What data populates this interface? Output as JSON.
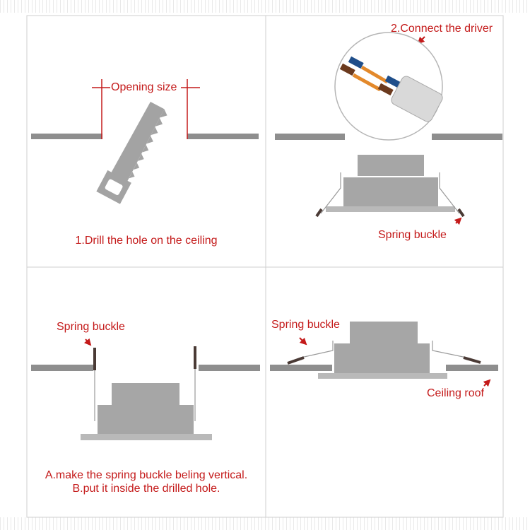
{
  "panels": {
    "drill": {
      "opening_label": "Opening size",
      "caption": "1.Drill the hole on the ceiling"
    },
    "driver": {
      "connect_label": "2.Connect the driver",
      "spring_label": "Spring buckle"
    },
    "insert": {
      "spring_label": "Spring buckle",
      "caption_a": "A.make the spring buckle beling vertical.",
      "caption_b": "B.put it inside the drilled hole."
    },
    "installed": {
      "spring_label": "Spring buckle",
      "ceiling_label": "Ceiling roof"
    }
  },
  "colors": {
    "accent": "#c41a1a",
    "ceiling": "#8e8e8e",
    "lamp": "#a6a6a6",
    "wire_brown": "#6b3a1e",
    "wire_blue": "#1f4e8a",
    "wire_orange": "#e3892b"
  }
}
